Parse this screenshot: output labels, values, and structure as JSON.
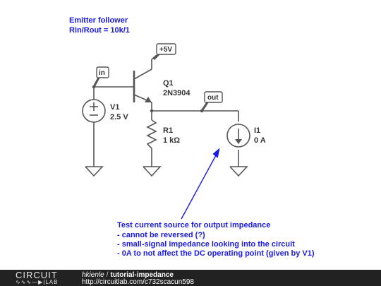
{
  "title": {
    "line1": "Emitter follower",
    "line2": "Rin/Rout = 10k/1"
  },
  "labels": {
    "supply": "+5V",
    "input": "in",
    "output": "out"
  },
  "components": {
    "transistor": {
      "name": "Q1",
      "part": "2N3904"
    },
    "source": {
      "name": "V1",
      "value": "2.5 V"
    },
    "resistor": {
      "name": "R1",
      "value": "1 kΩ"
    },
    "current_source": {
      "name": "I1",
      "value": "0 A"
    }
  },
  "annotation": {
    "lines": [
      "Test current source for output impedance",
      "- cannot be reversed (?)",
      "- small-signal impedance looking into the circuit",
      "- 0A to not affect the DC operating point (given by V1)"
    ]
  },
  "footer": {
    "logo_top": "CIRCUIT",
    "logo_bottom": "LAB",
    "user": "hkienle",
    "separator": "/",
    "project": "tutorial-impedance",
    "url": "http://circuitlab.com/c732scacun598"
  },
  "colors": {
    "annotation": "#1a1ae6",
    "wire": "#555555",
    "footer_bg": "#222222"
  }
}
